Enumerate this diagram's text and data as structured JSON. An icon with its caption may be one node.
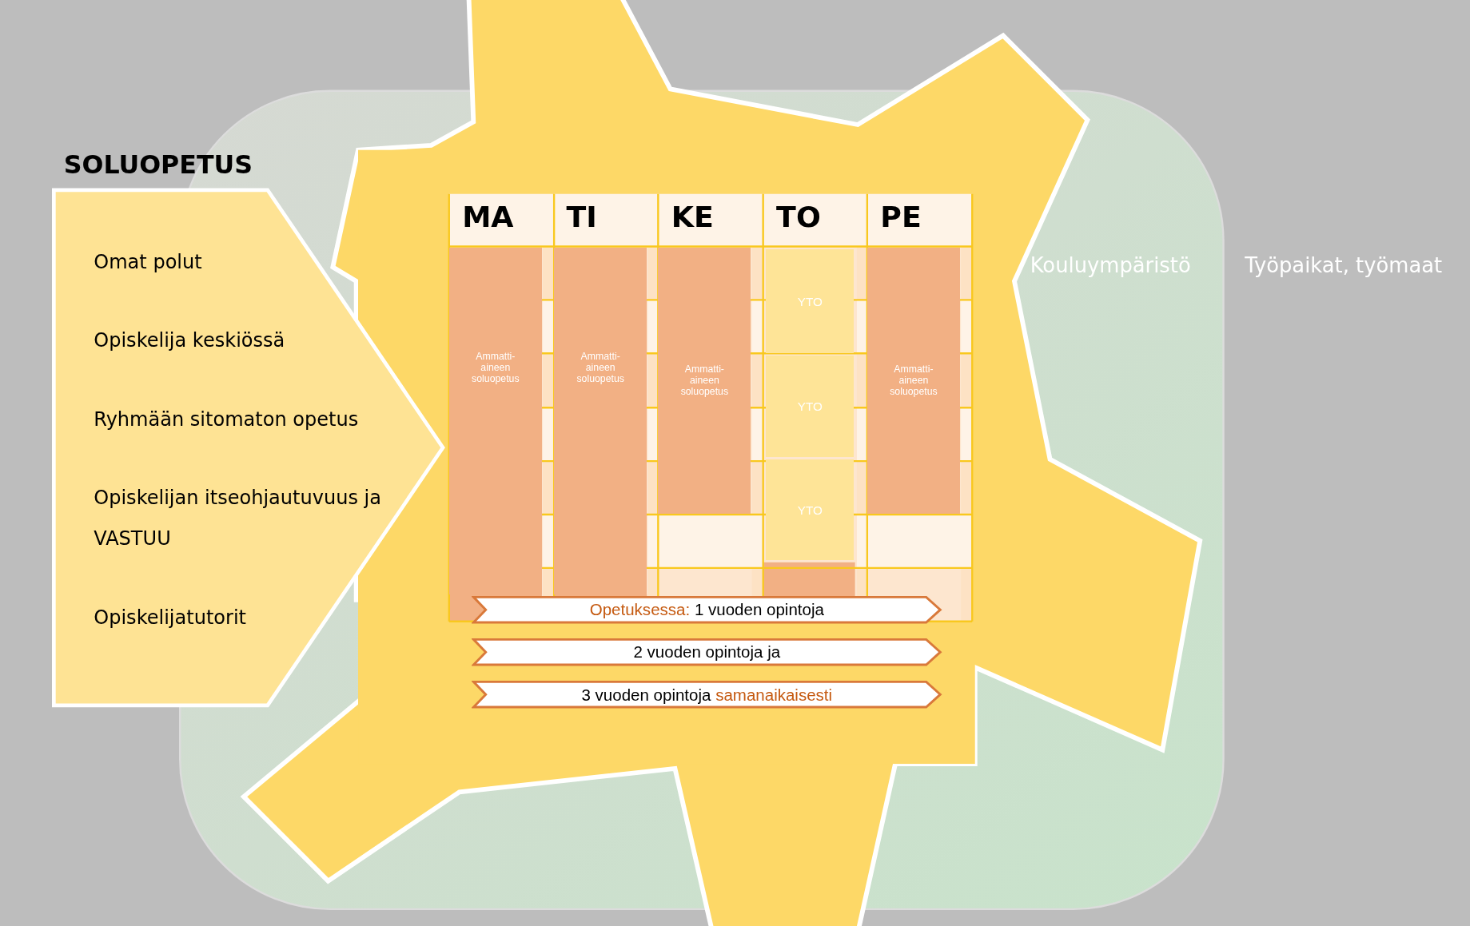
{
  "diagram": {
    "nodes": [
      {
        "text": [
          "SOLUOPETUS",
          "Omat polut",
          "Opiskelija keskiössä",
          "Ryhmään sitomaton opetus",
          "Opiskelijan itseohjautuvuus ja VASTUU",
          "Opiskelijatutorit"
        ]
      },
      {
        "text": [
          "Ammatti-aineen soluopetus"
        ]
      },
      {
        "text": [
          "Ammatti-aineen soluopetus"
        ]
      },
      {
        "text": [
          "Ammatti-aineen soluopetus"
        ]
      },
      {
        "text": [
          "YTO"
        ]
      },
      {
        "text": [
          "YTO"
        ]
      },
      {
        "text": [
          "YTO"
        ]
      },
      {
        "text": [
          "Ammatti-aineen soluopetus"
        ]
      },
      {
        "text": [
          "Opetuksessa:",
          "1 vuoden opintoja"
        ]
      },
      {
        "text": [
          "2 vuoden opintoja ja"
        ]
      },
      {
        "text": [
          "3 vuoden opintoja",
          "samanaikaisesti"
        ]
      }
    ],
    "edges": [],
    "labels": [
      "MA",
      "TI",
      "KE",
      "TO",
      "PE",
      "Kouluympäristö",
      "Työpaikat, työmaat"
    ]
  }
}
